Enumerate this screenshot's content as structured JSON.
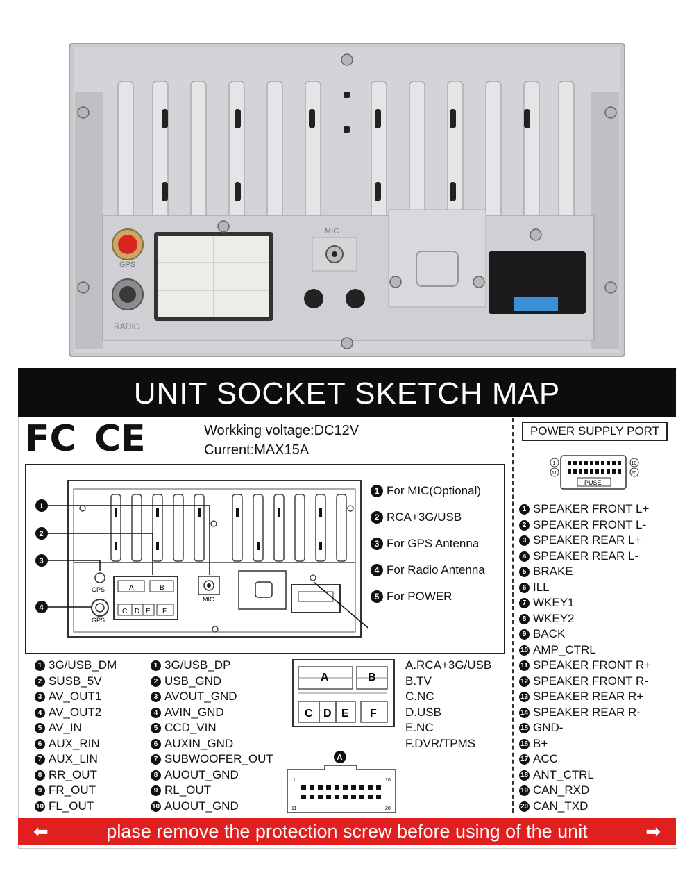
{
  "photo": {
    "gps_label": "GPS",
    "radio_label": "RADIO",
    "mic_label": "MIC"
  },
  "sketch": {
    "title": "UNIT SOCKET SKETCH MAP",
    "logos": {
      "fcc": "FC",
      "ce": "CE"
    },
    "working_voltage": "Workking voltage:DC12V",
    "current": "Current:MAX15A",
    "callouts": [
      {
        "num": "1",
        "label": "For MIC(Optional)"
      },
      {
        "num": "2",
        "label": "RCA+3G/USB"
      },
      {
        "num": "3",
        "label": "For GPS Antenna"
      },
      {
        "num": "4",
        "label": "For Radio Antenna"
      },
      {
        "num": "5",
        "label": "For POWER"
      }
    ],
    "diagram_labels": {
      "gps_top": "GPS",
      "gps_bottom": "GPS",
      "mic": "MIC",
      "sockets": [
        "A",
        "B",
        "C",
        "D",
        "E",
        "F"
      ]
    },
    "connector_a_list_1": [
      {
        "num": "1",
        "label": "3G/USB_DM"
      },
      {
        "num": "2",
        "label": "SUSB_5V"
      },
      {
        "num": "3",
        "label": "AV_OUT1"
      },
      {
        "num": "4",
        "label": "AV_OUT2"
      },
      {
        "num": "5",
        "label": "AV_IN"
      },
      {
        "num": "6",
        "label": "AUX_RIN"
      },
      {
        "num": "7",
        "label": "AUX_LIN"
      },
      {
        "num": "8",
        "label": "RR_OUT"
      },
      {
        "num": "9",
        "label": "FR_OUT"
      },
      {
        "num": "10",
        "label": "FL_OUT"
      }
    ],
    "connector_a_list_2": [
      {
        "num": "1",
        "label": "3G/USB_DP"
      },
      {
        "num": "2",
        "label": "USB_GND"
      },
      {
        "num": "3",
        "label": "AVOUT_GND"
      },
      {
        "num": "4",
        "label": "AVIN_GND"
      },
      {
        "num": "5",
        "label": "CCD_VIN"
      },
      {
        "num": "6",
        "label": "AUXIN_GND"
      },
      {
        "num": "7",
        "label": "SUBWOOFER_OUT"
      },
      {
        "num": "8",
        "label": "AUOUT_GND"
      },
      {
        "num": "9",
        "label": "RL_OUT"
      },
      {
        "num": "10",
        "label": "AUOUT_GND"
      }
    ],
    "socket_legend": [
      "A.RCA+3G/USB",
      "B.TV",
      "C.NC",
      "D.USB",
      "E.NC",
      "F.DVR/TPMS"
    ],
    "connector_a_marker": "A",
    "connector_a_pins": {
      "tl": "1",
      "tr": "10",
      "bl": "11",
      "br": "20"
    },
    "power_supply": {
      "title": "POWER SUPPLY PORT",
      "fuse_label": "PUSE",
      "pin_marks": {
        "tl": "1",
        "tr": "10",
        "bl": "11",
        "br": "20"
      },
      "pins": [
        {
          "num": "1",
          "label": "SPEAKER FRONT L+"
        },
        {
          "num": "2",
          "label": "SPEAKER FRONT L-"
        },
        {
          "num": "3",
          "label": "SPEAKER REAR L+"
        },
        {
          "num": "4",
          "label": "SPEAKER REAR L-"
        },
        {
          "num": "5",
          "label": "BRAKE"
        },
        {
          "num": "6",
          "label": "ILL"
        },
        {
          "num": "7",
          "label": "WKEY1"
        },
        {
          "num": "8",
          "label": "WKEY2"
        },
        {
          "num": "9",
          "label": "BACK"
        },
        {
          "num": "10",
          "label": "AMP_CTRL"
        },
        {
          "num": "11",
          "label": "SPEAKER FRONT R+"
        },
        {
          "num": "12",
          "label": "SPEAKER FRONT R-"
        },
        {
          "num": "13",
          "label": "SPEAKER REAR R+"
        },
        {
          "num": "14",
          "label": "SPEAKER REAR R-"
        },
        {
          "num": "15",
          "label": "GND-"
        },
        {
          "num": "16",
          "label": "B+"
        },
        {
          "num": "17",
          "label": "ACC"
        },
        {
          "num": "18",
          "label": "ANT_CTRL"
        },
        {
          "num": "19",
          "label": "CAN_RXD"
        },
        {
          "num": "20",
          "label": "CAN_TXD"
        }
      ]
    },
    "banner": {
      "text": "plase remove the protection screw before using of the unit",
      "left_arrow": "⬅",
      "right_arrow": "➡"
    }
  }
}
